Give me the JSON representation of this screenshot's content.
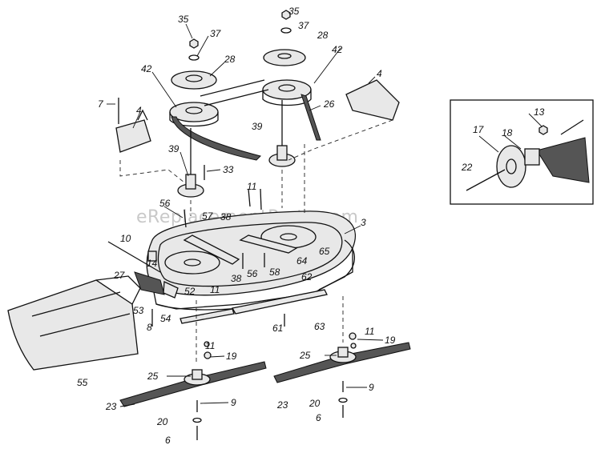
{
  "watermark": "eReplacementParts.com",
  "labels": {
    "l35a": "35",
    "l37a": "37",
    "l28a": "28",
    "l42a": "42",
    "l7": "7",
    "l4a": "4",
    "l39a": "39",
    "l33": "33",
    "l56a": "56",
    "l57": "57",
    "l38a": "38",
    "l11a": "11",
    "l10": "10",
    "l14": "14",
    "l27": "27",
    "l53": "53",
    "l8": "8",
    "l54": "54",
    "l52": "52",
    "l11b": "11",
    "l38b": "38",
    "l56b": "56",
    "l58": "58",
    "l55": "55",
    "l35b": "35",
    "l37b": "37",
    "l28b": "28",
    "l42b": "42",
    "l26": "26",
    "l4b": "4",
    "l39b": "39",
    "l3": "3",
    "l65": "65",
    "l64": "64",
    "l62": "62",
    "l61": "61",
    "l63": "63",
    "l11c": "11",
    "l19a": "19",
    "l25a": "25",
    "l23a": "23",
    "l9a": "9",
    "l20a": "20",
    "l6a": "6",
    "l11d": "11",
    "l19b": "19",
    "l25b": "25",
    "l23b": "23",
    "l9b": "9",
    "l20b": "20",
    "l6b": "6",
    "l13": "13",
    "l17": "17",
    "l18": "18",
    "l22": "22"
  }
}
